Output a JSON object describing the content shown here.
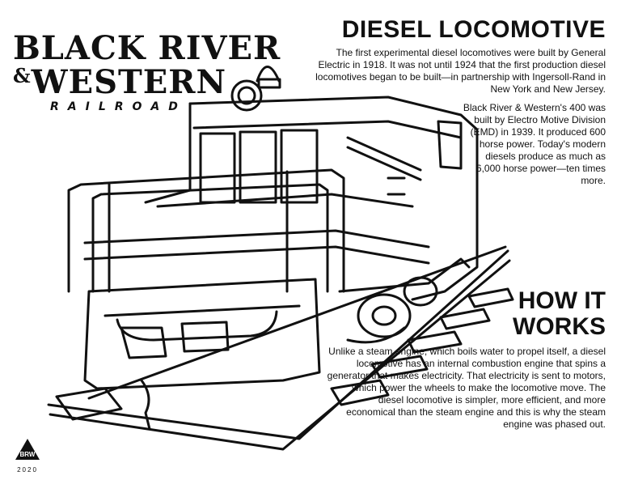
{
  "logo": {
    "line1": "BLACK RIVER",
    "amp": "&",
    "line2": "WESTERN",
    "subtitle": "RAILROAD"
  },
  "section1": {
    "title": "DIESEL LOCOMOTIVE",
    "paragraph1": "The first experimental diesel locomotives were built by General Electric in 1918. It was not until 1924 that the first production diesel locomotives began to be built—in partnership with Ingersoll-Rand in New York and New Jersey.",
    "paragraph2": "Black River & Western's 400 was built by Electro Motive Division (EMD) in 1939. It produced 600 horse power. Today's modern diesels produce as much as 6,000 horse power—ten times more."
  },
  "section2": {
    "title": "HOW IT WORKS",
    "paragraph": "Unlike a steam engine, which boils water to propel itself, a diesel locomotive has an internal combustion engine that spins a generator that makes electricity. That electricity is sent to motors, which power the wheels to make the locomotive move. The diesel locomotive is simpler, more efficient, and more economical than the steam engine and this is why the steam engine was phased out."
  },
  "badge": {
    "text": "BRW",
    "year": "2020"
  },
  "colors": {
    "ink": "#111111",
    "paper": "#ffffff"
  }
}
